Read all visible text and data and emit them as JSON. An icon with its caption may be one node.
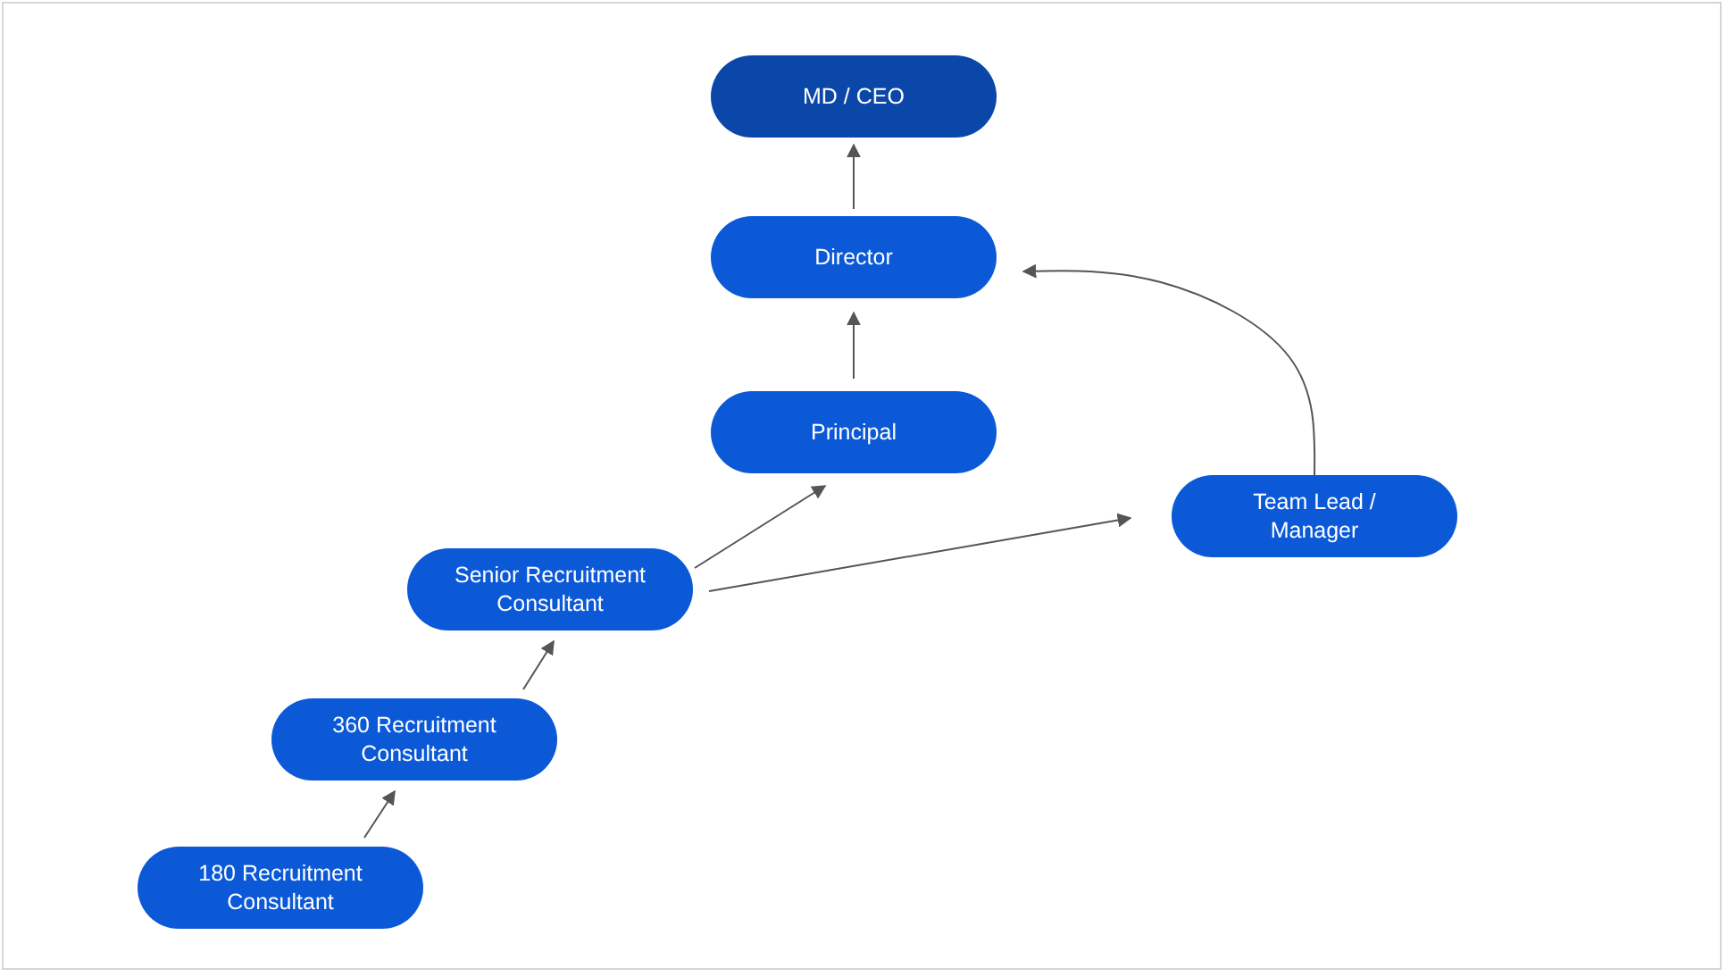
{
  "diagram": {
    "nodes": [
      {
        "text": [
          "MD / CEO"
        ]
      },
      {
        "text": [
          "Director"
        ]
      },
      {
        "text": [
          "Principal"
        ]
      },
      {
        "text": [
          "Team Lead / Manager"
        ]
      },
      {
        "text": [
          "Senior Recruitment Consultant"
        ]
      },
      {
        "text": [
          "360 Recruitment Consultant"
        ]
      },
      {
        "text": [
          "180 Recruitment Consultant"
        ]
      }
    ],
    "edges": [
      {
        "from": 6,
        "to": 5,
        "arrow": "to"
      },
      {
        "from": 5,
        "to": 4,
        "arrow": "to"
      },
      {
        "from": 4,
        "to": 2,
        "arrow": "to"
      },
      {
        "from": 4,
        "to": 3,
        "arrow": "to"
      },
      {
        "from": 3,
        "to": 1,
        "arrow": "to"
      },
      {
        "from": 2,
        "to": 1,
        "arrow": "to"
      },
      {
        "from": 1,
        "to": 0,
        "arrow": "to"
      }
    ]
  }
}
